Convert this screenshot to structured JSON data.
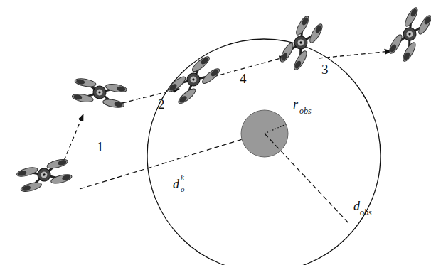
{
  "diagram": {
    "labels": [
      "1",
      "2",
      "4",
      "3",
      "r",
      "obs",
      "d",
      "k",
      "o",
      "d",
      "obs"
    ]
  }
}
